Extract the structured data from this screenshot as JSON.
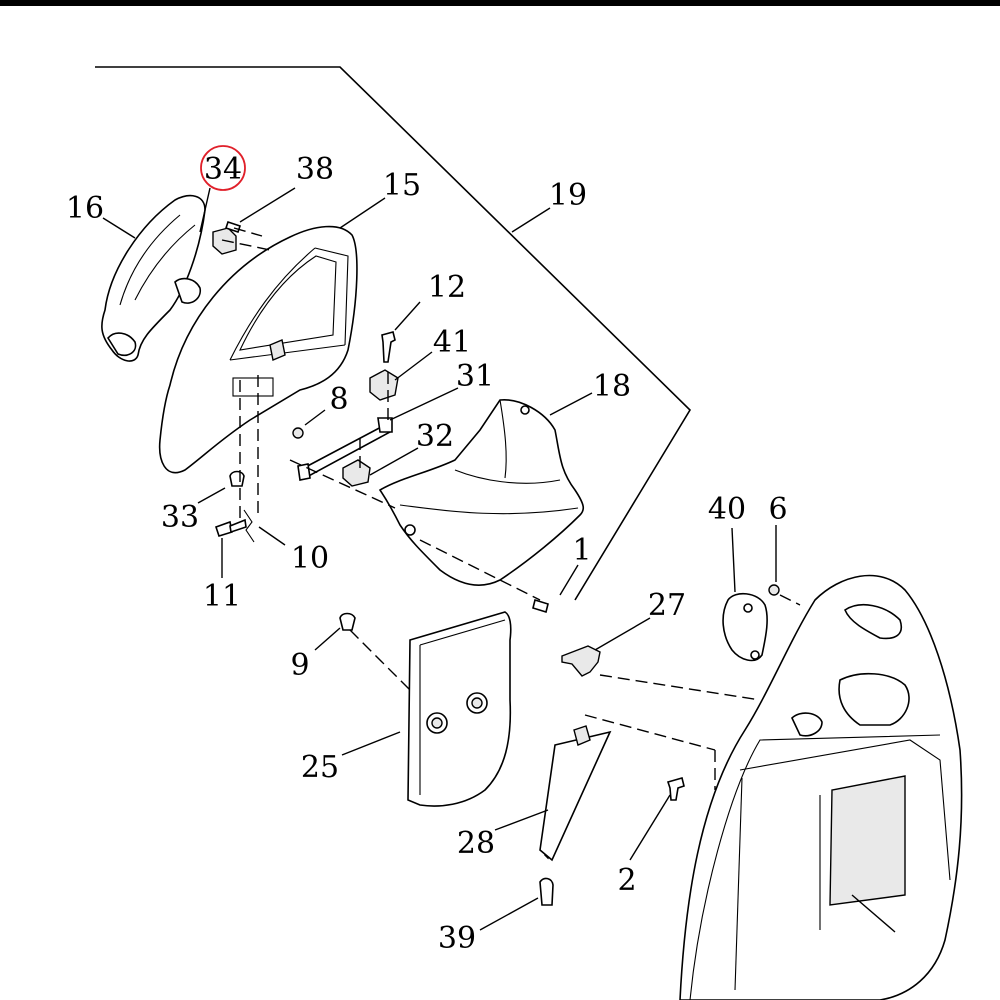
{
  "diagram": {
    "highlight_color": "#e0202a",
    "labels": {
      "l34": "34",
      "l38": "38",
      "l16": "16",
      "l15": "15",
      "l19": "19",
      "l12": "12",
      "l41": "41",
      "l31": "31",
      "l18": "18",
      "l8": "8",
      "l32": "32",
      "l33": "33",
      "l10": "10",
      "l11": "11",
      "l1": "1",
      "l40": "40",
      "l6": "6",
      "l27": "27",
      "l9": "9",
      "l25": "25",
      "l28": "28",
      "l2": "2",
      "l39": "39"
    }
  }
}
